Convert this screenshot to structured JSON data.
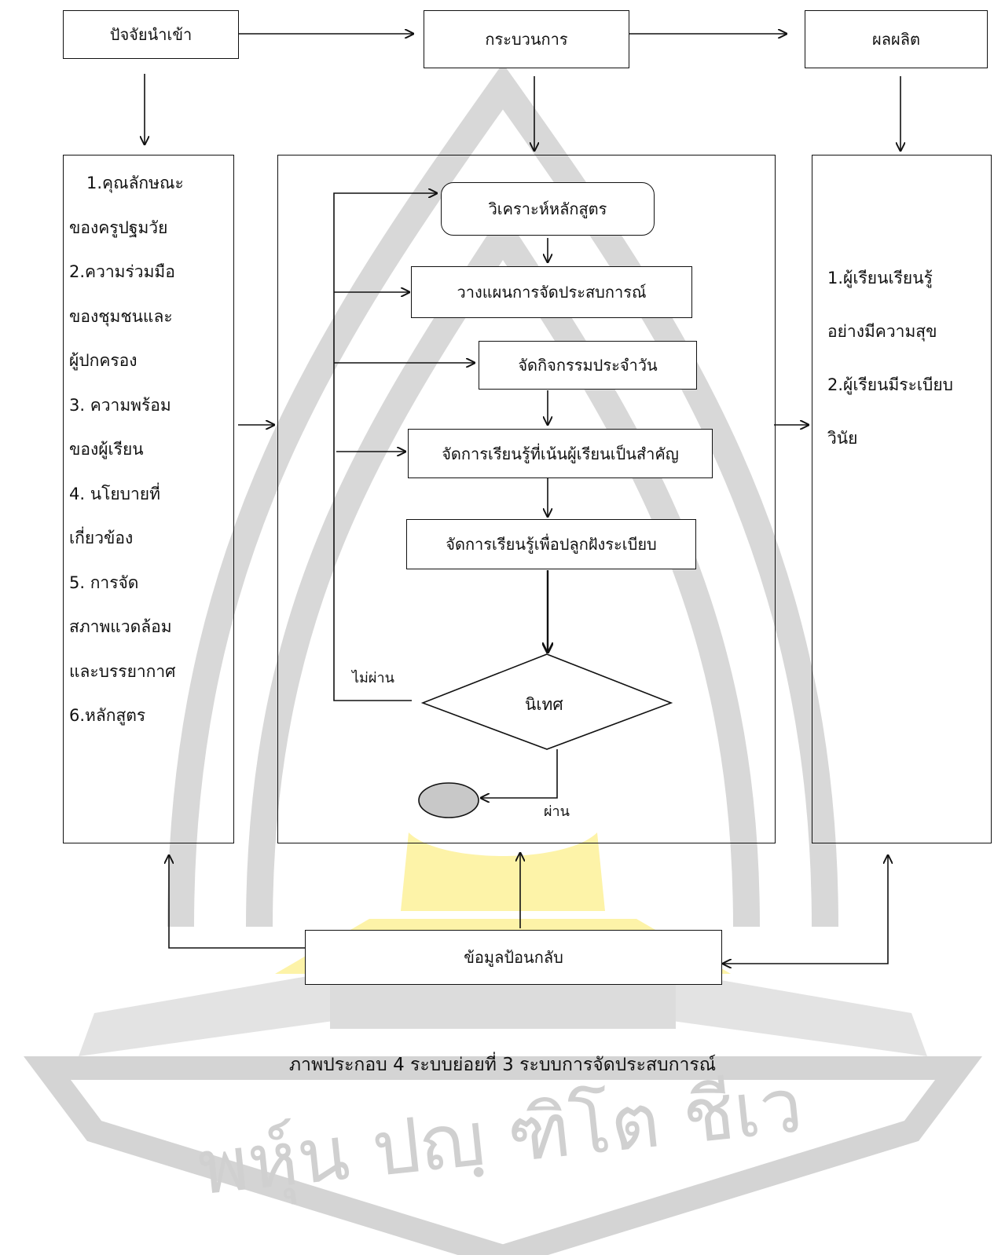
{
  "top": {
    "inputs": "ปัจจัยนำเข้า",
    "process": "กระบวนการ",
    "outputs": "ผลผลิต"
  },
  "input_items": [
    "1.คุณลักษณะ",
    "ของครูปฐมวัย",
    "2.ความร่วมมือ",
    "ของชุมชนและ",
    "ผู้ปกครอง",
    "3. ความพร้อม",
    "ของผู้เรียน",
    "4. นโยบายที่",
    "เกี่ยวข้อง",
    "5. การจัด",
    "สภาพแวดล้อม",
    "และบรรยากาศ",
    "6.หลักสูตร"
  ],
  "process_steps": {
    "analyze": "วิเคราะห์หลักสูตร",
    "plan": "วางแผนการจัดประสบการณ์",
    "daily": "จัดกิจกรรมประจำวัน",
    "learner_centered": "จัดการเรียนรู้ที่เน้นผู้เรียนเป็นสำคัญ",
    "discipline": "จัดการเรียนรู้เพื่อปลูกฝังระเบียบ",
    "supervision": "นิเทศ",
    "fail": "ไม่ผ่าน",
    "pass": "ผ่าน"
  },
  "output_items": [
    "1.ผู้เรียนเรียนรู้",
    "อย่างมีความสุข",
    "2.ผู้เรียนมีระเบียบ",
    "วินัย"
  ],
  "feedback": "ข้อมูลป้อนกลับ",
  "caption": "ภาพประกอบ 4  ระบบย่อยที่  3 ระบบการจัดประสบการณ์",
  "watermark_text": "พหุ์น ปญฺ ฑิโต ชีเว",
  "colors": {
    "line": "#111111",
    "watermark_gray": "#d4d4d4",
    "watermark_yellow": "#fdf3a8",
    "terminal_fill": "#c8c8c8"
  }
}
